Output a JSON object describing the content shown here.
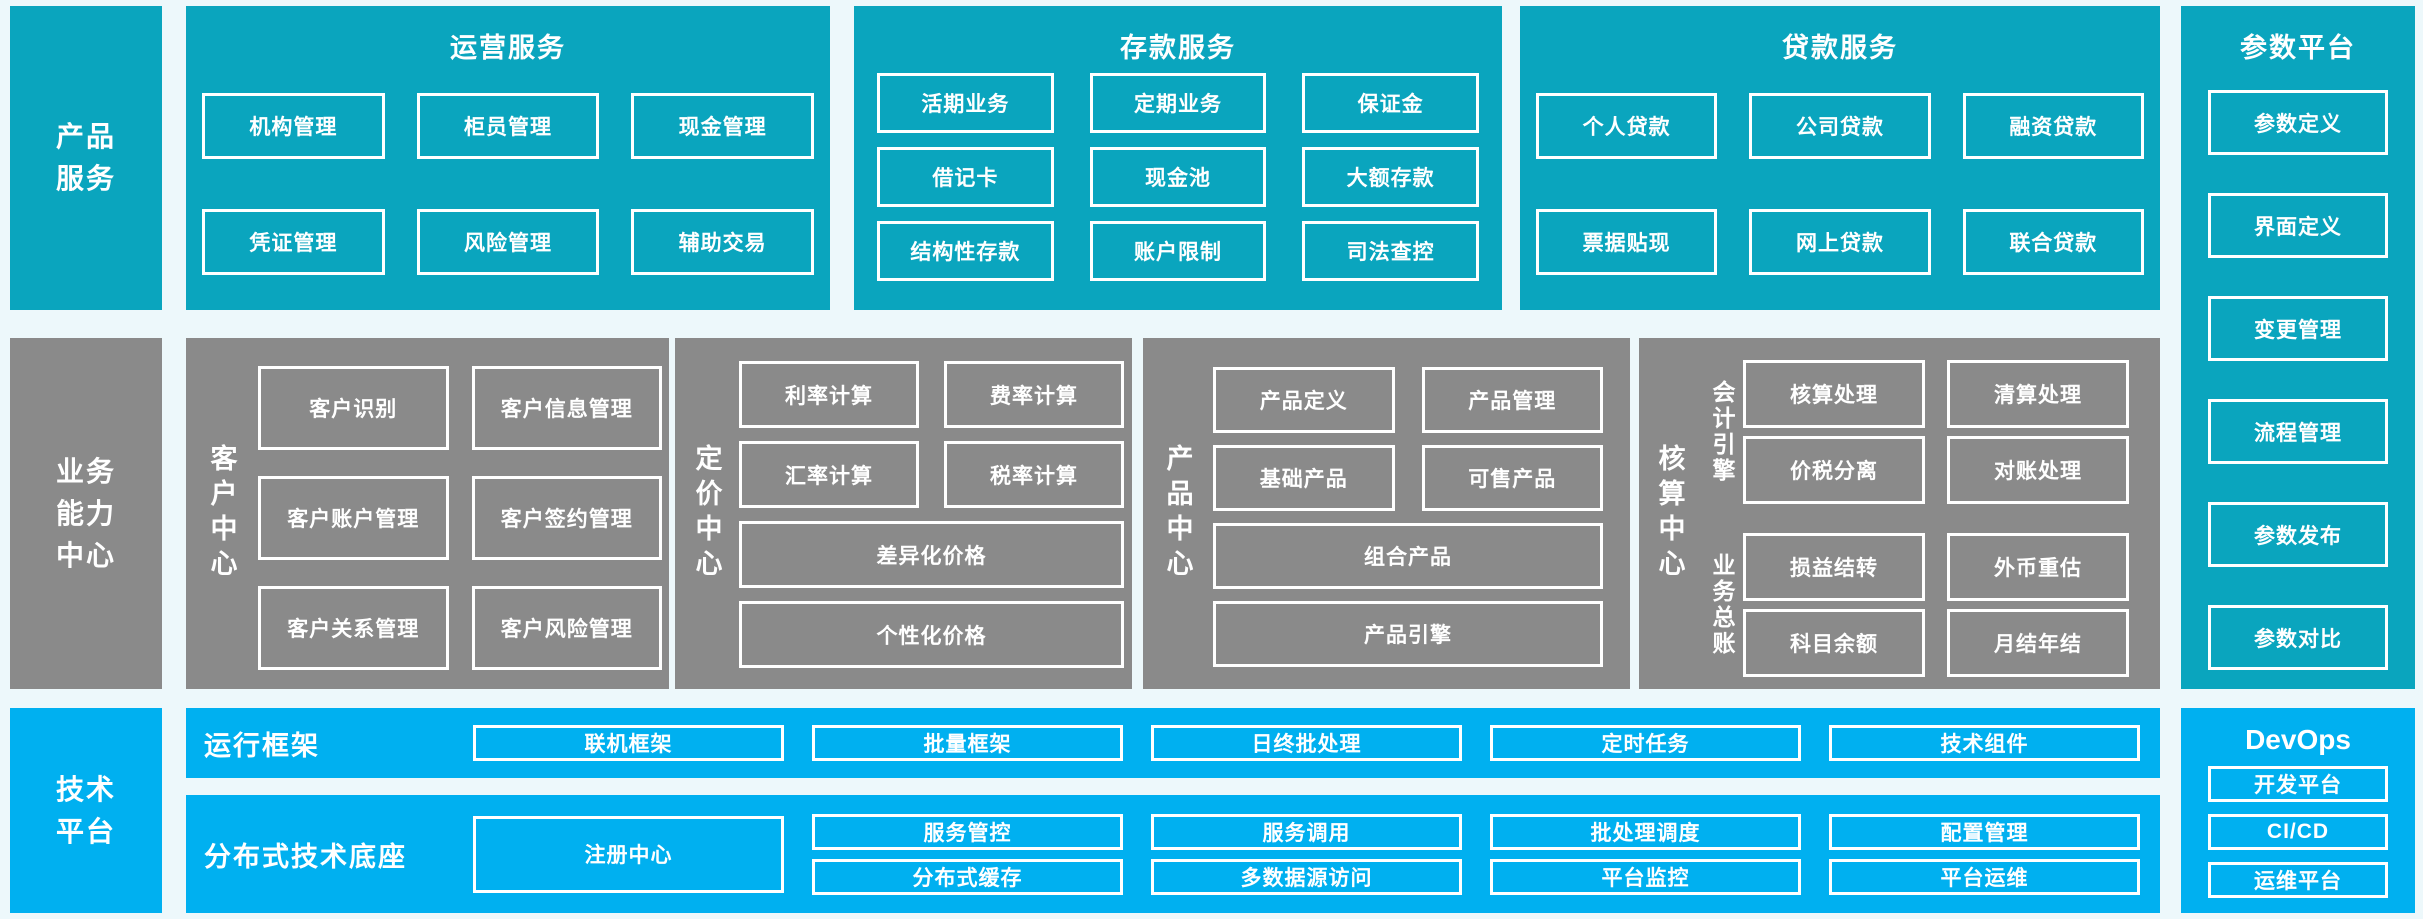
{
  "colors": {
    "teal": "#0AA5BE",
    "gray": "#8A8A8A",
    "blue": "#00B0F0",
    "background": "#EDF8FB",
    "box_border": "#FFFFFF"
  },
  "sidebars": {
    "product_services": "产品\n服务",
    "business_capability": "业务\n能力\n中心",
    "tech_platform": "技术\n平台"
  },
  "top_panels": [
    {
      "title": "运营服务",
      "items": [
        "机构管理",
        "柜员管理",
        "现金管理",
        "凭证管理",
        "风险管理",
        "辅助交易"
      ]
    },
    {
      "title": "存款服务",
      "items": [
        "活期业务",
        "定期业务",
        "保证金",
        "借记卡",
        "现金池",
        "大额存款",
        "结构性存款",
        "账户限制",
        "司法查控"
      ]
    },
    {
      "title": "贷款服务",
      "items": [
        "个人贷款",
        "公司贷款",
        "融资贷款",
        "票据贴现",
        "网上贷款",
        "联合贷款"
      ]
    }
  ],
  "param_platform": {
    "title": "参数平台",
    "items": [
      "参数定义",
      "界面定义",
      "变更管理",
      "流程管理",
      "参数发布",
      "参数对比"
    ]
  },
  "capability_panels": {
    "customer": {
      "label": "客户中心",
      "items": [
        "客户识别",
        "客户信息管理",
        "客户账户管理",
        "客户签约管理",
        "客户关系管理",
        "客户风险管理"
      ]
    },
    "pricing": {
      "label": "定价中心",
      "items": [
        "利率计算",
        "费率计算",
        "汇率计算",
        "税率计算"
      ],
      "wide_items": [
        "差异化价格",
        "个性化价格"
      ]
    },
    "product": {
      "label": "产品中心",
      "items": [
        "产品定义",
        "产品管理",
        "基础产品",
        "可售产品"
      ],
      "wide_items": [
        "组合产品",
        "产品引擎"
      ]
    },
    "accounting": {
      "label": "核算中心",
      "groups": [
        {
          "label": "会计引擎",
          "items": [
            "核算处理",
            "清算处理",
            "价税分离",
            "对账处理"
          ]
        },
        {
          "label": "业务总账",
          "items": [
            "损益结转",
            "外币重估",
            "科目余额",
            "月结年结"
          ]
        }
      ]
    }
  },
  "tech_platform": {
    "runtime": {
      "label": "运行框架",
      "items": [
        "联机框架",
        "批量框架",
        "日终批处理",
        "定时任务",
        "技术组件"
      ]
    },
    "distributed": {
      "label": "分布式技术底座",
      "registry": "注册中心",
      "columns": [
        [
          "服务管控",
          "分布式缓存"
        ],
        [
          "服务调用",
          "多数据源访问"
        ],
        [
          "批处理调度",
          "平台监控"
        ],
        [
          "配置管理",
          "平台运维"
        ]
      ]
    },
    "devops": {
      "title": "DevOps",
      "items": [
        "开发平台",
        "CI/CD",
        "运维平台"
      ]
    }
  }
}
